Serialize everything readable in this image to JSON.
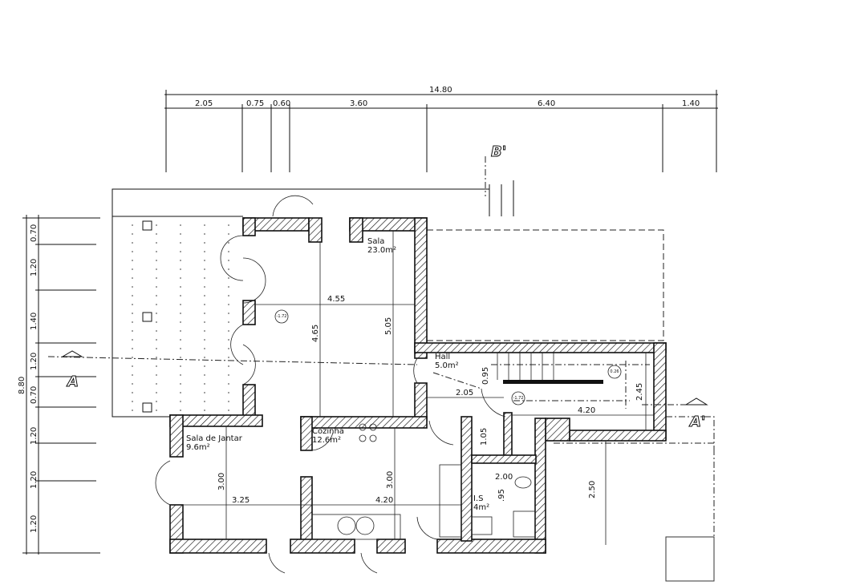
{
  "title": "Floor plan",
  "dimensions_top": {
    "total": "14.80",
    "segments": [
      "2.05",
      "0.75",
      "0.60",
      "3.60",
      "6.40",
      "1.40"
    ]
  },
  "dimensions_left": {
    "total": "8.80",
    "segments": [
      "0.70",
      "1.20",
      "1.40",
      "1.20",
      "0.70",
      "1.20",
      "1.20",
      "1.20"
    ]
  },
  "rooms": {
    "sala": {
      "name": "Sala",
      "area": "23.0m²"
    },
    "hall": {
      "name": "Hall",
      "area": "5.0m²"
    },
    "cozinha": {
      "name": "Cozinha",
      "area": "12.6m²"
    },
    "jantar": {
      "name": "Sala de Jantar",
      "area": "9.6m²"
    },
    "is": {
      "name": "I.S",
      "area": "4m²"
    }
  },
  "inner_dimensions": {
    "sala_width": "4.55",
    "sala_depth_a": "4.65",
    "sala_depth_b": "5.05",
    "hall_width": "2.05",
    "hall_v": "0.95",
    "stair_width": "4.20",
    "stair_depth": "2.45",
    "jantar_depth": "3.00",
    "jantar_width": "3.25",
    "cozinha_depth": "3.00",
    "cozinha_width": "4.20",
    "passage": "1.05",
    "is_width": "2.00",
    "is_depth": ".95",
    "side": "2.50"
  },
  "level_markers": [
    "-1.72",
    "-1.72",
    "0.26"
  ],
  "sections": {
    "a": "A",
    "a_prime": "A'",
    "b_prime": "B'"
  }
}
